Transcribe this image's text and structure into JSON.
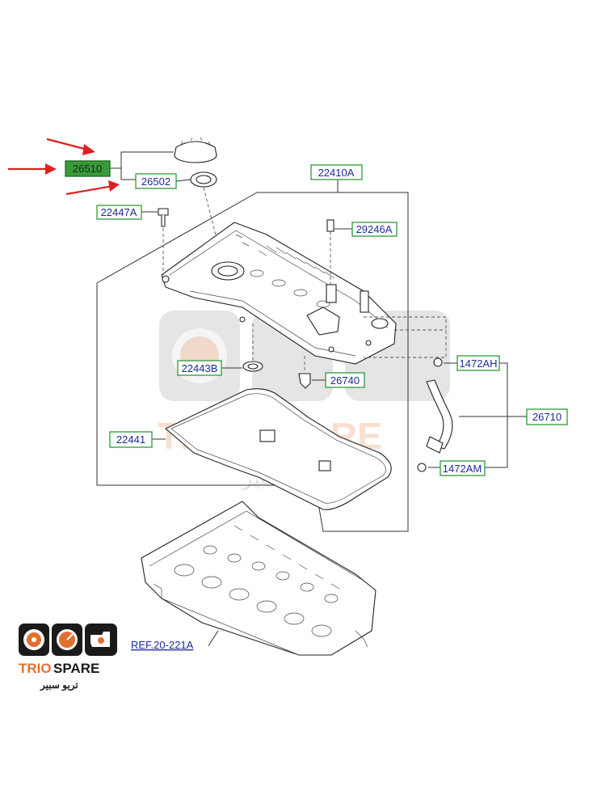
{
  "parts": {
    "p26510": "26510",
    "p26502": "26502",
    "p22410A": "22410A",
    "p22447A": "22447A",
    "p29246A": "29246A",
    "p22443B": "22443B",
    "p26740": "26740",
    "p1472AH": "1472AH",
    "p26710": "26710",
    "p22441": "22441",
    "p1472AM": "1472AM",
    "ref": "REF.20-221A"
  },
  "highlighted_part": "26510",
  "colors": {
    "label_text": "#1a2a9a",
    "label_border": "#2e9a3a",
    "highlight_fill": "#3a9a3a",
    "arrow": "#e02020",
    "brand_orange": "#e07030",
    "brand_dark": "#1a1a1a"
  },
  "brand": {
    "name_part1": "TRIO",
    "name_part2": "SPARE",
    "arabic": "تريو سبير",
    "icons": [
      "speedometer-icon",
      "gauge-icon",
      "engine-icon"
    ]
  },
  "watermark": {
    "text": "TRIO SPARE",
    "arabic": "تريو سبير"
  }
}
